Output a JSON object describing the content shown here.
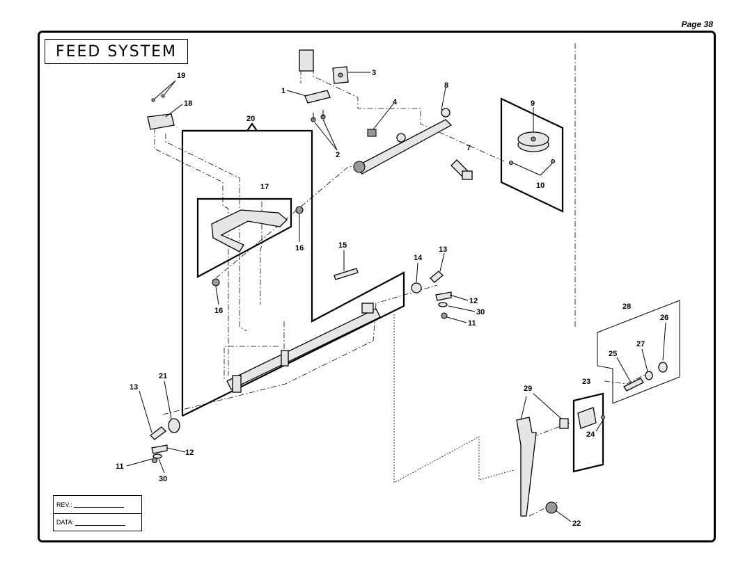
{
  "page": {
    "number_label": "Page 38"
  },
  "title": "FEED SYSTEM",
  "revision_box": {
    "rev_label": "REV.:",
    "data_label": "DATA:"
  },
  "callouts": [
    "1",
    "2",
    "3",
    "4",
    "7",
    "8",
    "9",
    "10",
    "11",
    "11",
    "12",
    "12",
    "13",
    "13",
    "14",
    "15",
    "16",
    "16",
    "17",
    "18",
    "19",
    "20",
    "21",
    "22",
    "23",
    "24",
    "25",
    "26",
    "27",
    "28",
    "29",
    "30",
    "30"
  ]
}
